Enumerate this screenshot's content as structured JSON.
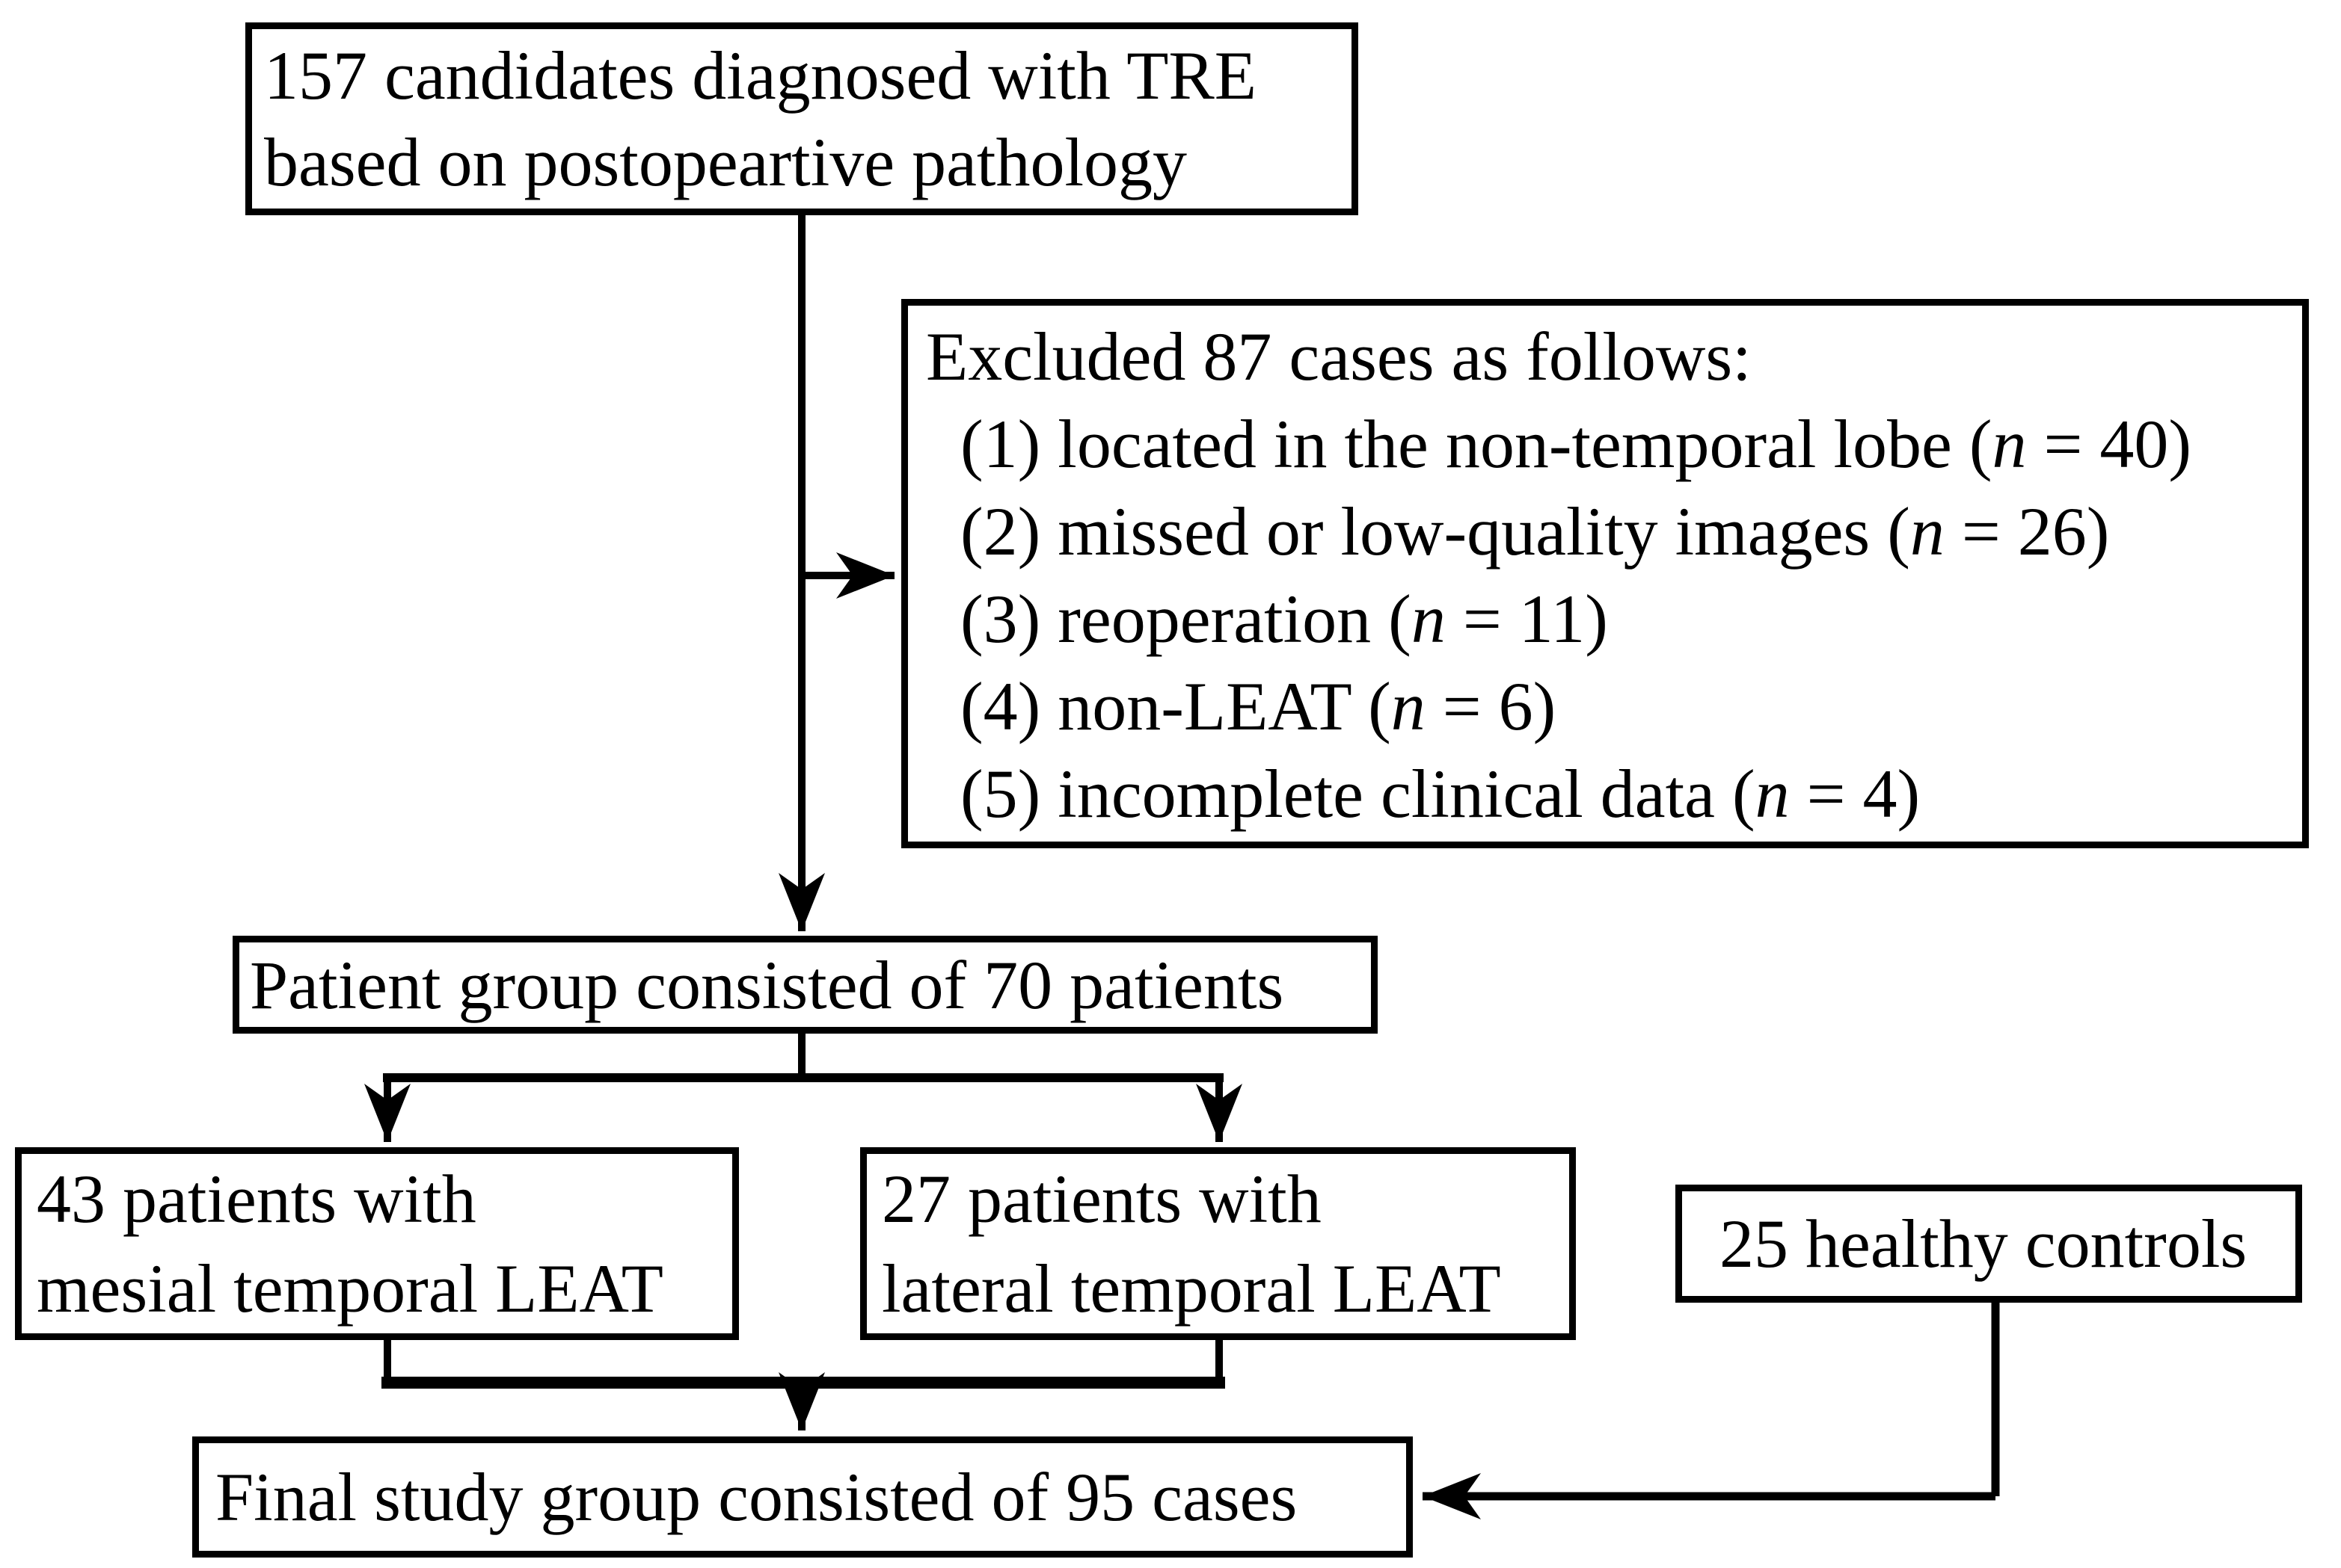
{
  "diagram": {
    "title": "Study participant selection flowchart",
    "colors": {
      "line": "#000000",
      "text": "#000000",
      "box_background": "#ffffff",
      "page_background": "#ffffff"
    },
    "boxes": {
      "candidates": {
        "lines": [
          "157 candidates diagnosed with TRE",
          "based on postopeartive pathology"
        ]
      },
      "excluded": {
        "title": "Excluded 87 cases as follows:",
        "items": [
          {
            "runs": [
              {
                "t": "(1) located in the non-temporal lobe ("
              },
              {
                "t": "n",
                "i": true
              },
              {
                "t": " = 40)"
              }
            ]
          },
          {
            "runs": [
              {
                "t": "(2) missed or low-quality images ("
              },
              {
                "t": "n",
                "i": true
              },
              {
                "t": " = 26)"
              }
            ]
          },
          {
            "runs": [
              {
                "t": "(3) reoperation ("
              },
              {
                "t": "n",
                "i": true
              },
              {
                "t": " = 11)"
              }
            ]
          },
          {
            "runs": [
              {
                "t": "(4) non-LEAT ("
              },
              {
                "t": "n",
                "i": true
              },
              {
                "t": " = 6)"
              }
            ]
          },
          {
            "runs": [
              {
                "t": "(5) incomplete clinical data ("
              },
              {
                "t": "n",
                "i": true
              },
              {
                "t": " = 4)"
              }
            ]
          }
        ]
      },
      "patient_group": {
        "text": "Patient group consisted of 70 patients"
      },
      "mesial": {
        "lines": [
          "43 patients with",
          "mesial temporal LEAT"
        ]
      },
      "lateral": {
        "lines": [
          "27 patients with",
          "lateral temporal LEAT"
        ]
      },
      "healthy": {
        "text": "25 healthy controls"
      },
      "final": {
        "text": "Final study group consisted of 95 cases"
      }
    }
  }
}
